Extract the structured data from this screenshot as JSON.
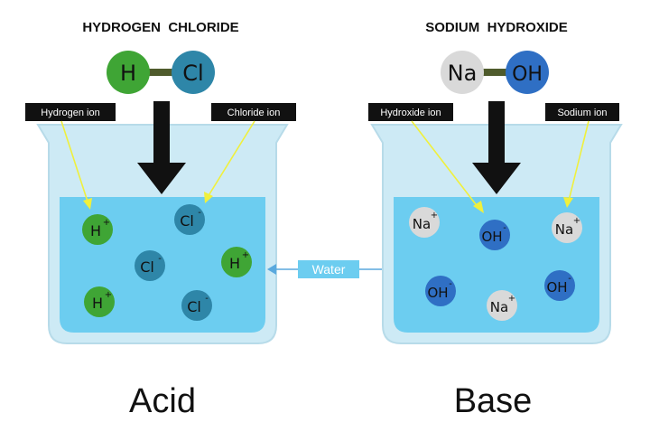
{
  "left": {
    "compound_title": "HYDROGEN  CHLORIDE",
    "atom_left": "H",
    "atom_right": "Cl",
    "callout_left": "Hydrogen ion",
    "callout_right": "Chloride ion",
    "label": "Acid",
    "ions": [
      {
        "symbol": "H",
        "charge": "+"
      },
      {
        "symbol": "Cl",
        "charge": "-"
      },
      {
        "symbol": "Cl",
        "charge": "-"
      },
      {
        "symbol": "H",
        "charge": "+"
      },
      {
        "symbol": "H",
        "charge": "+"
      },
      {
        "symbol": "Cl",
        "charge": "-"
      }
    ]
  },
  "right": {
    "compound_title": "SODIUM  HYDROXIDE",
    "atom_left": "Na",
    "atom_right": "OH",
    "callout_left": "Hydroxide ion",
    "callout_right": "Sodium ion",
    "label": "Base",
    "ions": [
      {
        "symbol": "Na",
        "charge": "+"
      },
      {
        "symbol": "OH",
        "charge": "-"
      },
      {
        "symbol": "Na",
        "charge": "+"
      },
      {
        "symbol": "OH",
        "charge": "-"
      },
      {
        "symbol": "Na",
        "charge": "+"
      },
      {
        "symbol": "OH",
        "charge": "-"
      }
    ]
  },
  "center_label": "Water",
  "colors": {
    "hydrogen": "#3fa535",
    "chloride": "#2e86a8",
    "sodium": "#d9d9d9",
    "hydroxide": "#2f6fc4",
    "water": "#6ccdf0",
    "beaker": "#cdeaf5",
    "pointer": "#f0f03c",
    "arrow": "#111111"
  }
}
